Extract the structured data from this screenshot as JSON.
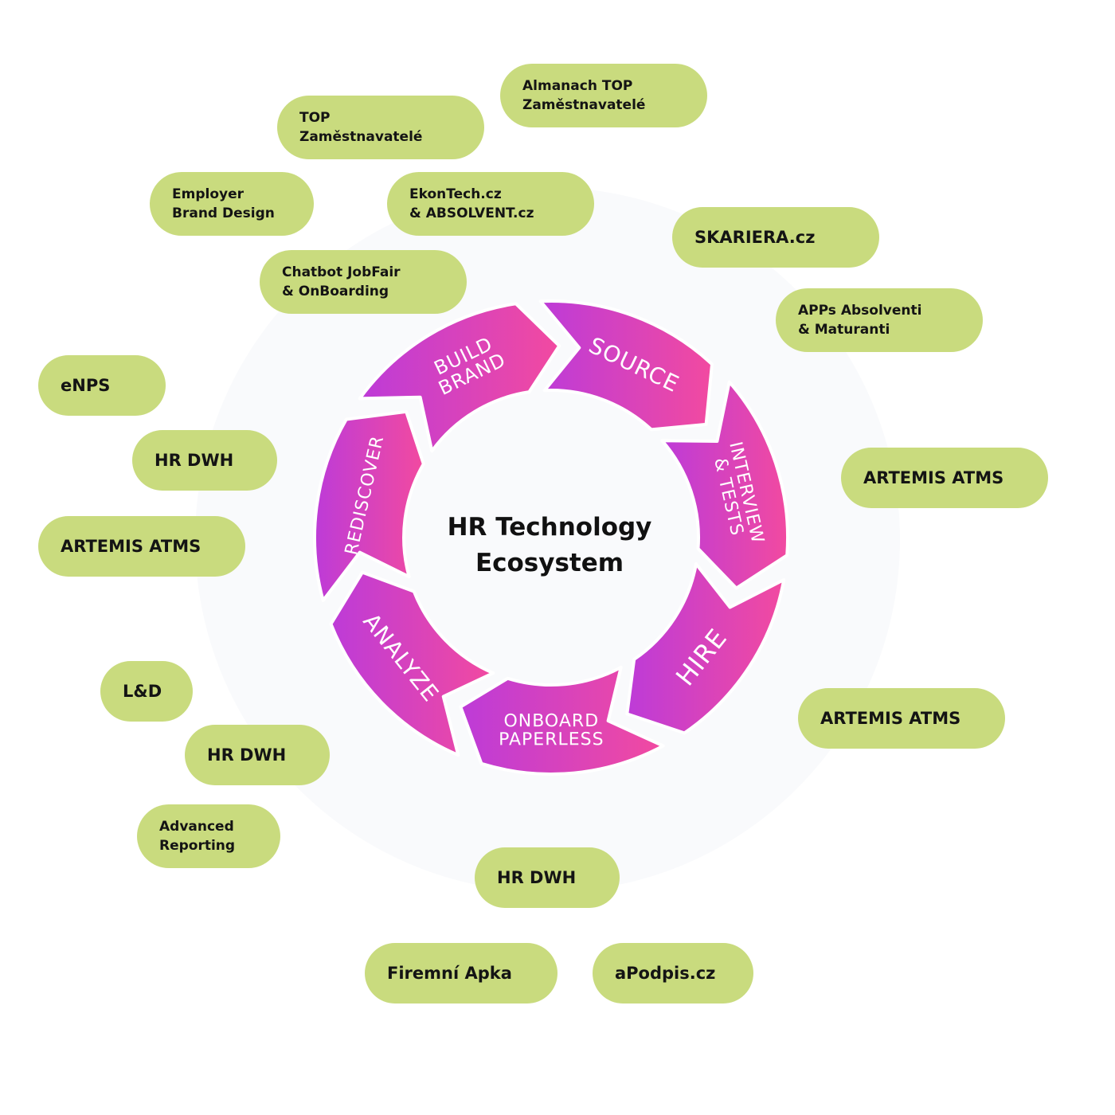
{
  "center": {
    "line1": "HR Technology",
    "line2": "Ecosystem"
  },
  "colors": {
    "pill_bg": "#c9db7e",
    "segment_gradient_start": "#bd3bd8",
    "segment_gradient_end": "#f24aa0",
    "halo": "#f9fafc",
    "text_dark": "#141414"
  },
  "cycle": {
    "segments": [
      {
        "lines": [
          "BUILD",
          "BRAND"
        ]
      },
      {
        "lines": [
          "SOURCE"
        ]
      },
      {
        "lines": [
          "INTERVIEW",
          "& TESTS"
        ]
      },
      {
        "lines": [
          "HIRE"
        ]
      },
      {
        "lines": [
          "ONBOARD",
          "PAPERLESS"
        ]
      },
      {
        "lines": [
          "ANALYZE"
        ]
      },
      {
        "lines": [
          "REDISCOVER"
        ]
      }
    ]
  },
  "pills": {
    "almanach": [
      "Almanach TOP",
      "Zaměstnavatelé"
    ],
    "top": [
      "TOP",
      "Zaměstnavatelé"
    ],
    "employer": [
      "Employer",
      "Brand Design"
    ],
    "ekontech": [
      "EkonTech.cz",
      "& ABSOLVENT.cz"
    ],
    "chatbot": [
      "Chatbot JobFair",
      "& OnBoarding"
    ],
    "skariera": "SKARIERA.cz",
    "apps": [
      "APPs  Absolventi",
      "& Maturanti"
    ],
    "enps": "eNPS",
    "hrdwh_1": "HR DWH",
    "artemis_left": "ARTEMIS ATMS",
    "artemis_right_1": "ARTEMIS ATMS",
    "artemis_right_2": "ARTEMIS ATMS",
    "ld": "L&D",
    "hrdwh_2": "HR DWH",
    "advanced": [
      "Advanced",
      "Reporting"
    ],
    "hrdwh_3": "HR DWH",
    "firemni": "Firemní Apka",
    "apodpis": "aPodpis.cz"
  }
}
